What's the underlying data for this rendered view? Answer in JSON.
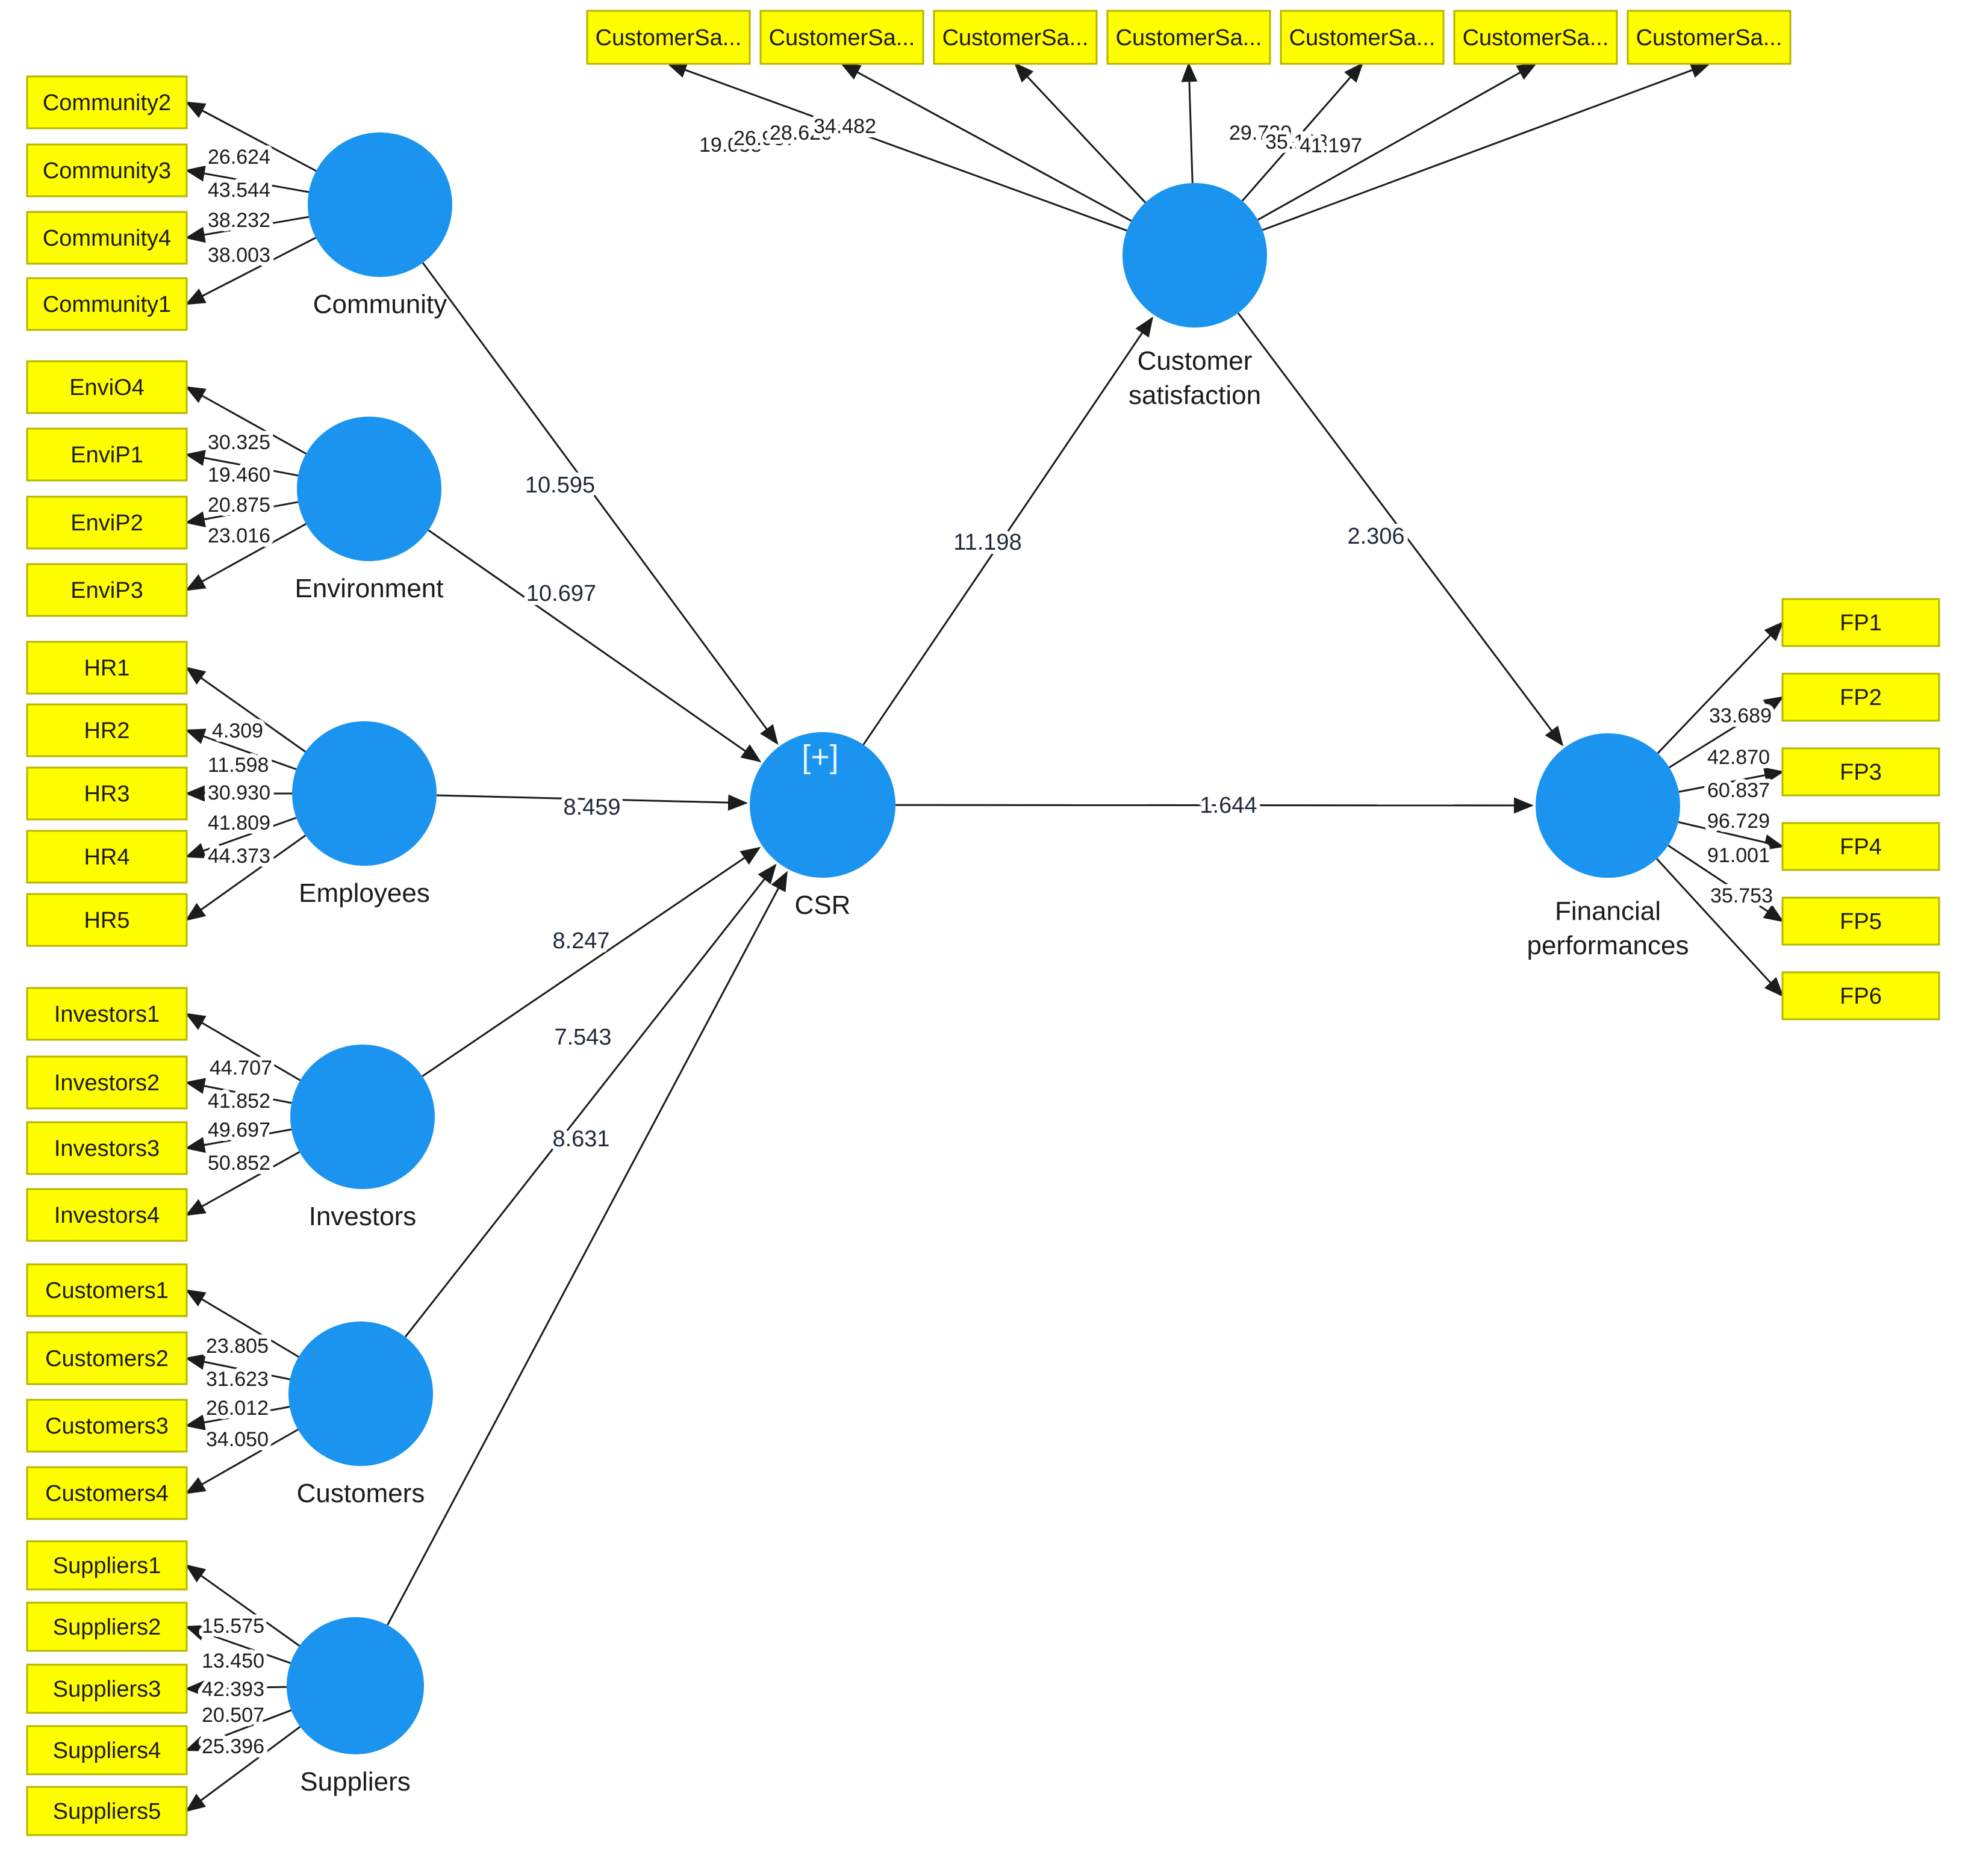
{
  "diagram": {
    "colors": {
      "latent_fill": "#1b94f0",
      "indicator_fill": "#fefe00",
      "indicator_border": "#b5b500",
      "line": "#1c1c1c",
      "text": "#1c1c1c",
      "path_value_text": "#1f2a3a",
      "badge_text": "#eaf4fd"
    },
    "latent_variables": [
      {
        "id": "community",
        "label": "Community"
      },
      {
        "id": "environment",
        "label": "Environment"
      },
      {
        "id": "employees",
        "label": "Employees"
      },
      {
        "id": "investors",
        "label": "Investors"
      },
      {
        "id": "customers",
        "label": "Customers"
      },
      {
        "id": "suppliers",
        "label": "Suppliers"
      },
      {
        "id": "csr",
        "label": "CSR",
        "badge": "[+]"
      },
      {
        "id": "customer_satisfaction",
        "label": "Customer\nsatisfaction"
      },
      {
        "id": "financial_performances",
        "label": "Financial\nperformances"
      }
    ],
    "indicators": [
      {
        "id": "community2",
        "latent": "community",
        "label": "Community2",
        "loading": "26.624"
      },
      {
        "id": "community3",
        "latent": "community",
        "label": "Community3",
        "loading": "43.544"
      },
      {
        "id": "community4",
        "latent": "community",
        "label": "Community4",
        "loading": "38.232"
      },
      {
        "id": "community1",
        "latent": "community",
        "label": "Community1",
        "loading": "38.003"
      },
      {
        "id": "envio4",
        "latent": "environment",
        "label": "EnviO4",
        "loading": "30.325"
      },
      {
        "id": "envip1",
        "latent": "environment",
        "label": "EnviP1",
        "loading": "19.460"
      },
      {
        "id": "envip2",
        "latent": "environment",
        "label": "EnviP2",
        "loading": "20.875"
      },
      {
        "id": "envip3",
        "latent": "environment",
        "label": "EnviP3",
        "loading": "23.016"
      },
      {
        "id": "hr1",
        "latent": "employees",
        "label": "HR1",
        "loading": "4.309"
      },
      {
        "id": "hr2",
        "latent": "employees",
        "label": "HR2",
        "loading": "11.598"
      },
      {
        "id": "hr3",
        "latent": "employees",
        "label": "HR3",
        "loading": "30.930"
      },
      {
        "id": "hr4",
        "latent": "employees",
        "label": "HR4",
        "loading": "41.809"
      },
      {
        "id": "hr5",
        "latent": "employees",
        "label": "HR5",
        "loading": "44.373"
      },
      {
        "id": "investors1",
        "latent": "investors",
        "label": "Investors1",
        "loading": "44.707"
      },
      {
        "id": "investors2",
        "latent": "investors",
        "label": "Investors2",
        "loading": "41.852"
      },
      {
        "id": "investors3",
        "latent": "investors",
        "label": "Investors3",
        "loading": "49.697"
      },
      {
        "id": "investors4",
        "latent": "investors",
        "label": "Investors4",
        "loading": "50.852"
      },
      {
        "id": "customers1",
        "latent": "customers",
        "label": "Customers1",
        "loading": "23.805"
      },
      {
        "id": "customers2",
        "latent": "customers",
        "label": "Customers2",
        "loading": "31.623"
      },
      {
        "id": "customers3",
        "latent": "customers",
        "label": "Customers3",
        "loading": "26.012"
      },
      {
        "id": "customers4",
        "latent": "customers",
        "label": "Customers4",
        "loading": "34.050"
      },
      {
        "id": "suppliers1",
        "latent": "suppliers",
        "label": "Suppliers1",
        "loading": "15.575"
      },
      {
        "id": "suppliers2",
        "latent": "suppliers",
        "label": "Suppliers2",
        "loading": "13.450"
      },
      {
        "id": "suppliers3",
        "latent": "suppliers",
        "label": "Suppliers3",
        "loading": "42.393"
      },
      {
        "id": "suppliers4",
        "latent": "suppliers",
        "label": "Suppliers4",
        "loading": "20.507"
      },
      {
        "id": "suppliers5",
        "latent": "suppliers",
        "label": "Suppliers5",
        "loading": "25.396"
      },
      {
        "id": "cs1",
        "latent": "customer_satisfaction",
        "label": "CustomerSa...",
        "loading": "19.038"
      },
      {
        "id": "cs2",
        "latent": "customer_satisfaction",
        "label": "CustomerSa...",
        "loading": "26.937"
      },
      {
        "id": "cs3",
        "latent": "customer_satisfaction",
        "label": "CustomerSa...",
        "loading": "28.620"
      },
      {
        "id": "cs4",
        "latent": "customer_satisfaction",
        "label": "CustomerSa...",
        "loading": "34.482"
      },
      {
        "id": "cs5",
        "latent": "customer_satisfaction",
        "label": "CustomerSa...",
        "loading": "29.720"
      },
      {
        "id": "cs6",
        "latent": "customer_satisfaction",
        "label": "CustomerSa...",
        "loading": "35.168"
      },
      {
        "id": "cs7",
        "latent": "customer_satisfaction",
        "label": "CustomerSa...",
        "loading": "41.197"
      },
      {
        "id": "fp1",
        "latent": "financial_performances",
        "label": "FP1",
        "loading": "33.689"
      },
      {
        "id": "fp2",
        "latent": "financial_performances",
        "label": "FP2",
        "loading": "42.870"
      },
      {
        "id": "fp3",
        "latent": "financial_performances",
        "label": "FP3",
        "loading": "60.837"
      },
      {
        "id": "fp4",
        "latent": "financial_performances",
        "label": "FP4",
        "loading": "96.729"
      },
      {
        "id": "fp5",
        "latent": "financial_performances",
        "label": "FP5",
        "loading": "91.001"
      },
      {
        "id": "fp6",
        "latent": "financial_performances",
        "label": "FP6",
        "loading": "35.753"
      }
    ],
    "structural_paths": [
      {
        "id": "p_community_csr",
        "from": "community",
        "to": "csr",
        "value": "10.595"
      },
      {
        "id": "p_environment_csr",
        "from": "environment",
        "to": "csr",
        "value": "10.697"
      },
      {
        "id": "p_employees_csr",
        "from": "employees",
        "to": "csr",
        "value": "8.459"
      },
      {
        "id": "p_investors_csr",
        "from": "investors",
        "to": "csr",
        "value": "8.247"
      },
      {
        "id": "p_customers_csr",
        "from": "customers",
        "to": "csr",
        "value": "7.543"
      },
      {
        "id": "p_suppliers_csr",
        "from": "suppliers",
        "to": "csr",
        "value": "8.631"
      },
      {
        "id": "p_csr_cs",
        "from": "csr",
        "to": "customer_satisfaction",
        "value": "11.198"
      },
      {
        "id": "p_csr_fp",
        "from": "csr",
        "to": "financial_performances",
        "value": "1.644"
      },
      {
        "id": "p_cs_fp",
        "from": "customer_satisfaction",
        "to": "financial_performances",
        "value": "2.306"
      }
    ]
  }
}
